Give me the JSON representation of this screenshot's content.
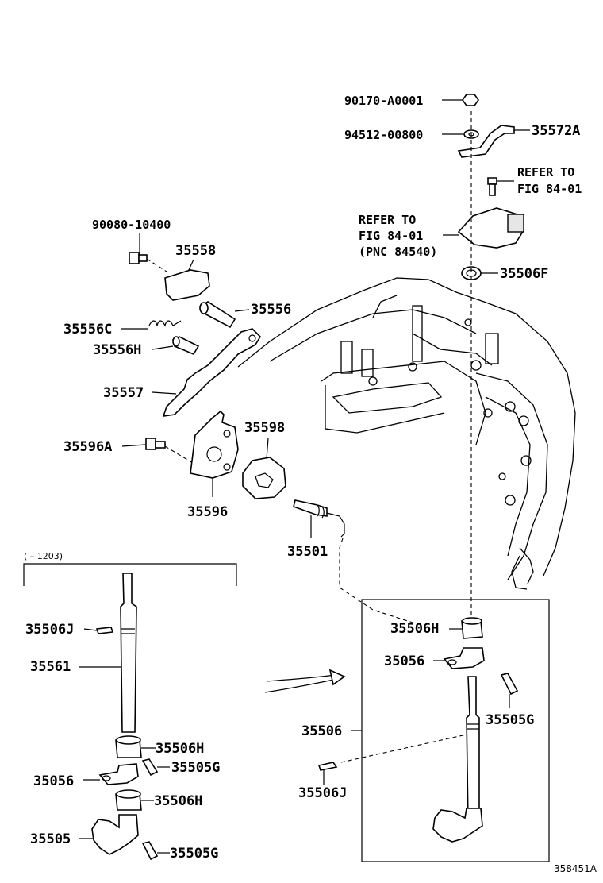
{
  "labels": {
    "p90170": "90170-A0001",
    "p94512": "94512-00800",
    "p35572A": "35572A",
    "refer1_a": "REFER TO",
    "refer1_b": "FIG 84-01",
    "p90080": "90080-10400",
    "refer2_a": "REFER TO",
    "refer2_b": "FIG 84-01",
    "refer2_c": "(PNC 84540)",
    "p35558": "35558",
    "p35506F": "35506F",
    "p35556": "35556",
    "p35556C": "35556C",
    "p35556H": "35556H",
    "p35557": "35557",
    "p35598": "35598",
    "p35596A": "35596A",
    "p35596": "35596",
    "p35501": "35501",
    "range_note": "( – 1203)",
    "left_35506J": "35506J",
    "left_35561": "35561",
    "left_35506H_1": "35506H",
    "left_35505G_1": "35505G",
    "left_35056": "35056",
    "left_35506H_2": "35506H",
    "left_35505": "35505",
    "left_35505G_2": "35505G",
    "box_35506H": "35506H",
    "box_35056": "35056",
    "box_35505G": "35505G",
    "box_35506": "35506",
    "box_35506J": "35506J",
    "figure_id": "358451A"
  }
}
